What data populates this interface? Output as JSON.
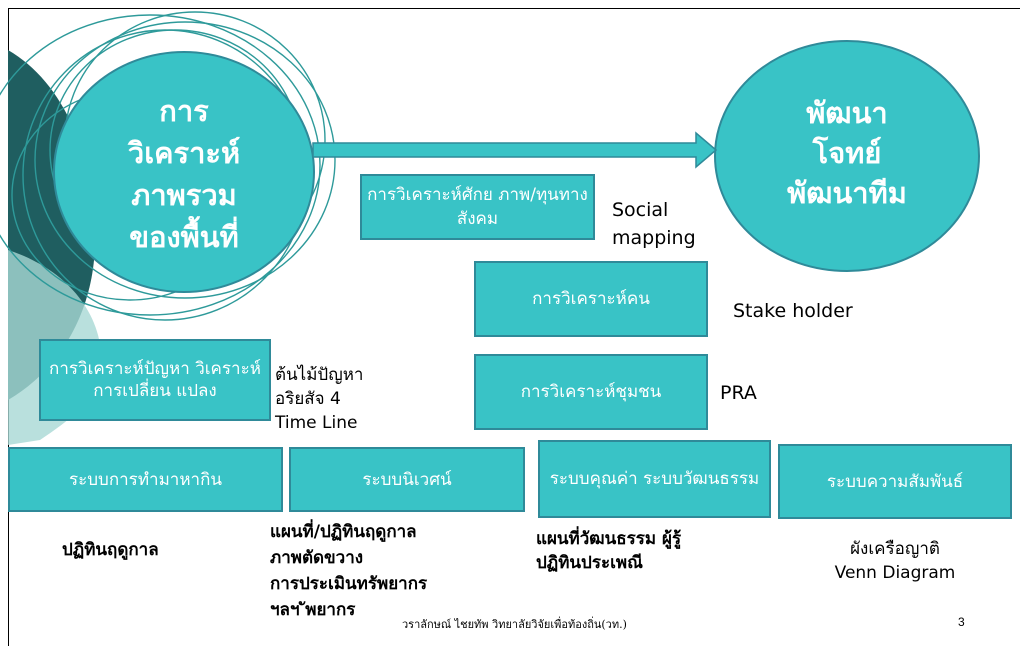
{
  "left_circle": {
    "lines": [
      "การ",
      "วิเคราะห์",
      "ภาพรวม",
      "ของพื้นที่"
    ]
  },
  "right_circle": {
    "lines": [
      "พัฒนา",
      "โจทย์",
      "พัฒนาทีม"
    ]
  },
  "boxes": {
    "social_capital": "การวิเคราะห์ศักย ภาพ/ทุนทางสังคม",
    "people": "การวิเคราะห์คน",
    "community": "การวิเคราะห์ชุมชน",
    "problem": "การวิเคราะห์ปัญหา วิเคราะห์การเปลี่ยน แปลง",
    "food": "ระบบการทำมาหากิน",
    "ecology": "ระบบนิเวศน์",
    "values_culture": "ระบบคุณค่า ระบบวัฒนธรรม",
    "relations": "ระบบความสัมพันธ์"
  },
  "labels": {
    "social_mapping": "Social mapping",
    "stakeholder": "Stake holder",
    "pra": "PRA",
    "problem_tree": "ต้นไม้ปัญหา",
    "four_truths": "อริยสัจ 4",
    "time_line": "Time Line",
    "seasonal_calendar": "ปฏิทินฤดูกาล",
    "ecology_tools": [
      "แผนที่/ปฏิทินฤดูกาล",
      "ภาพตัดขวาง",
      "การประเมินทรัพยากร",
      "ฯลฯ ัพยากร"
    ],
    "culture_tools": [
      "แผนที่วัฒนธรรม ผู้รู้",
      "ปฏิทินประเพณี"
    ],
    "relation_tools": [
      "ผังเครือญาติ",
      "Venn Diagram"
    ]
  },
  "footer": {
    "credit": "วราลักษณ์ ไชยทัพ วิทยาลัยวิจัยเพื่อท้องถิ่น(วท.)",
    "page_number": "3"
  },
  "colors": {
    "circle_fill": "#39c3c6",
    "circle_stroke": "#2f8a99",
    "dark_teal": "#1f5e60",
    "ring_teal": "#2e9a9a",
    "light_teal": "#a7d8d4"
  }
}
